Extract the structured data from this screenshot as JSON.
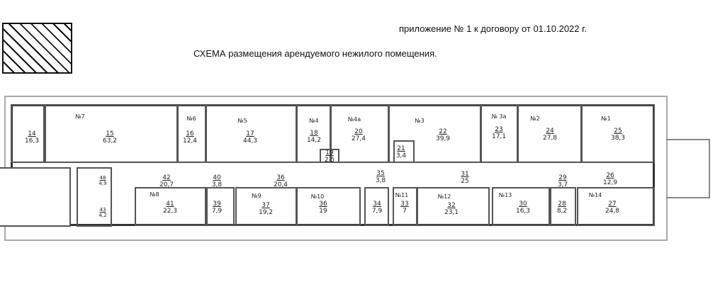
{
  "header": {
    "appendix": "приложение № 1 к договору от 01.10.2022 г.",
    "title": "СХЕМА размещения арендуемого нежилого помещения."
  },
  "rooms": [
    {
      "num": "14",
      "area": "16,3"
    },
    {
      "num": "15",
      "area": "63,2",
      "name": "№7"
    },
    {
      "num": "16",
      "area": "12,4",
      "name": "№6"
    },
    {
      "num": "17",
      "area": "44,3",
      "name": "№5"
    },
    {
      "num": "18",
      "area": "14,2",
      "name": "№4"
    },
    {
      "num": "19",
      "area": "2,5"
    },
    {
      "num": "20",
      "area": "27,4",
      "name": "№4а"
    },
    {
      "num": "21",
      "area": "3,4"
    },
    {
      "num": "22",
      "area": "39,9",
      "name": "№3"
    },
    {
      "num": "23",
      "area": "17,1",
      "name": "№ 3а"
    },
    {
      "num": "24",
      "area": "27,8",
      "name": "№2"
    },
    {
      "num": "25",
      "area": "38,3",
      "name": "№1"
    },
    {
      "num": "42",
      "area": "20,7"
    },
    {
      "num": "40",
      "area": "3,8"
    },
    {
      "num": "36",
      "area": "20,4"
    },
    {
      "num": "35",
      "area": "3,8"
    },
    {
      "num": "31",
      "area": "25"
    },
    {
      "num": "29",
      "area": "3,7"
    },
    {
      "num": "26",
      "area": "12,9"
    },
    {
      "num": "41",
      "area": "22,3",
      "name": "№8"
    },
    {
      "num": "39",
      "area": "7,9"
    },
    {
      "num": "37",
      "area": "19,2",
      "name": "№9"
    },
    {
      "num": "36",
      "area": "19",
      "name": "№10"
    },
    {
      "num": "34",
      "area": "7,9"
    },
    {
      "num": "33",
      "area": "7",
      "name": "№11"
    },
    {
      "num": "32",
      "area": "23,1",
      "name": "№12"
    },
    {
      "num": "30",
      "area": "16,3",
      "name": "№13"
    },
    {
      "num": "28",
      "area": "8,2"
    },
    {
      "num": "27",
      "area": "24,8",
      "name": "№14"
    },
    {
      "num": "48",
      "area": "4,9"
    },
    {
      "num": "43",
      "area": "4,2"
    }
  ]
}
